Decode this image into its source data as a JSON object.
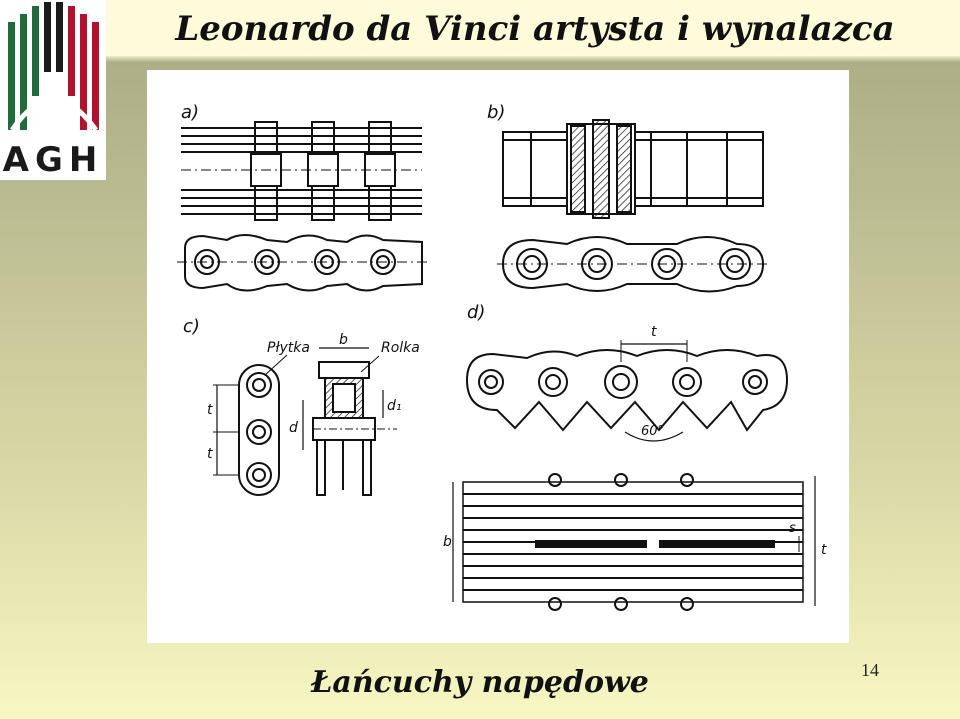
{
  "slide": {
    "title": "Leonardo da Vinci artysta i wynalazca",
    "caption": "Łańcuchy napędowe",
    "page_number": "14"
  },
  "logo": {
    "text": "AGH",
    "colors": {
      "green": "#1f6b3a",
      "red": "#b3122e",
      "black": "#1a1a1a"
    }
  },
  "figure": {
    "panels": [
      {
        "id": "a",
        "label": "a)"
      },
      {
        "id": "b",
        "label": "b)"
      },
      {
        "id": "c",
        "label": "c)"
      },
      {
        "id": "d",
        "label": "d)"
      }
    ],
    "annotations": {
      "plate": "Płytka",
      "roller": "Rolka",
      "width": "b",
      "pitch": "t",
      "diameter": "d",
      "roller_diameter": "d₁",
      "angle": "60°",
      "thickness": "s"
    }
  }
}
